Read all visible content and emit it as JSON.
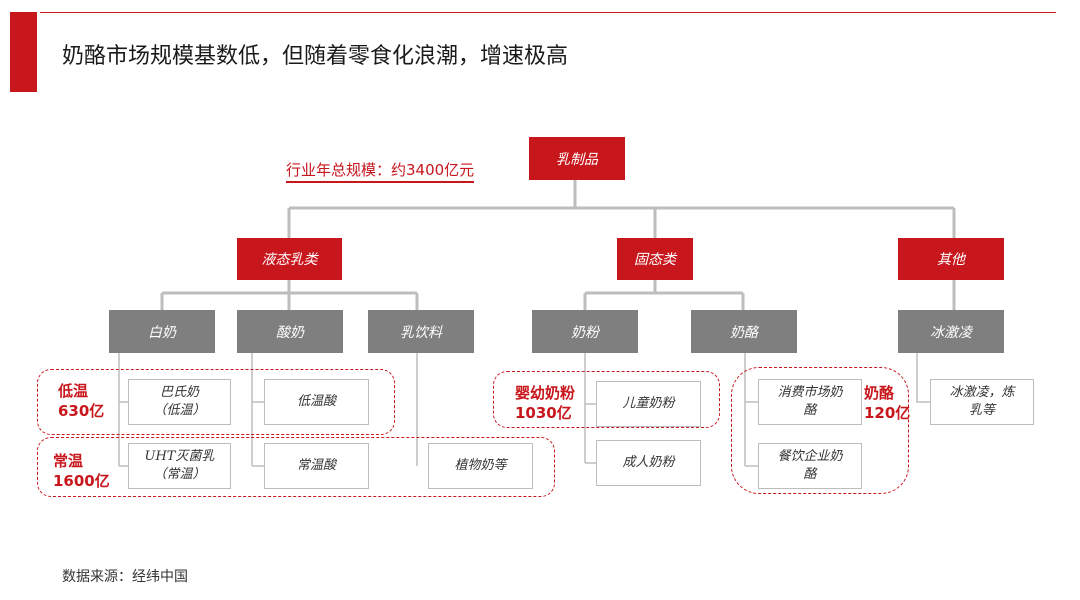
{
  "title": "奶酪市场规模基数低，但随着零食化浪潮，增速极高",
  "industry_scale": "行业年总规模：约3400亿元",
  "root": "乳制品",
  "categories": {
    "liquid": "液态乳类",
    "solid": "固态类",
    "other": "其他"
  },
  "subcategories": {
    "white_milk": "白奶",
    "yogurt": "酸奶",
    "milk_drink": "乳饮料",
    "milk_powder": "奶粉",
    "cheese": "奶酪",
    "ice_cream": "冰激凌"
  },
  "leaves": {
    "pasteurized": "巴氏奶\n（低温）",
    "low_temp_yogurt": "低温酸",
    "uht": "UHT灭菌乳\n（常温）",
    "ambient_yogurt": "常温酸",
    "plant_milk": "植物奶等",
    "child_powder": "儿童奶粉",
    "adult_powder": "成人奶粉",
    "consumer_cheese": "消费市场奶\n酪",
    "food_service_cheese": "餐饮企业奶\n酪",
    "ice_cream_items": "冰激凌，炼\n乳等"
  },
  "annotations": {
    "low_temp": "低温\n630亿",
    "ambient": "常温\n1600亿",
    "infant": "婴幼奶粉\n1030亿",
    "cheese": "奶酪\n120亿"
  },
  "source": "数据来源：经纬中国",
  "colors": {
    "accent": "#c8161d",
    "gray": "#7f7f7f"
  }
}
